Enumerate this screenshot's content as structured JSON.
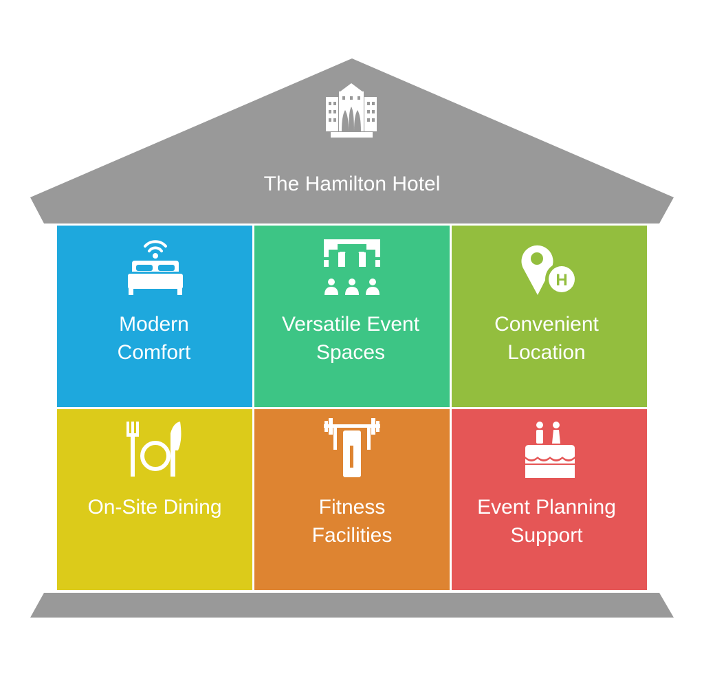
{
  "title": "The Hamilton Hotel",
  "colors": {
    "structure": "#999999",
    "modern_comfort": "#1EA8DD",
    "event_spaces": "#3DC585",
    "location": "#93BE3E",
    "dining": "#DCCB1A",
    "fitness": "#DE8431",
    "planning": "#E55656",
    "text": "#ffffff"
  },
  "cells": [
    {
      "line1": "Modern",
      "line2": "Comfort",
      "icon": "bed-wifi-icon"
    },
    {
      "line1": "Versatile Event",
      "line2": "Spaces",
      "icon": "event-venue-icon"
    },
    {
      "line1": "Convenient",
      "line2": "Location",
      "icon": "hotel-location-pin-icon"
    },
    {
      "line1": "On-Site Dining",
      "line2": "",
      "icon": "fork-plate-knife-icon"
    },
    {
      "line1": "Fitness",
      "line2": "Facilities",
      "icon": "weightlifting-icon"
    },
    {
      "line1": "Event Planning",
      "line2": "Support",
      "icon": "wedding-cake-icon"
    }
  ]
}
